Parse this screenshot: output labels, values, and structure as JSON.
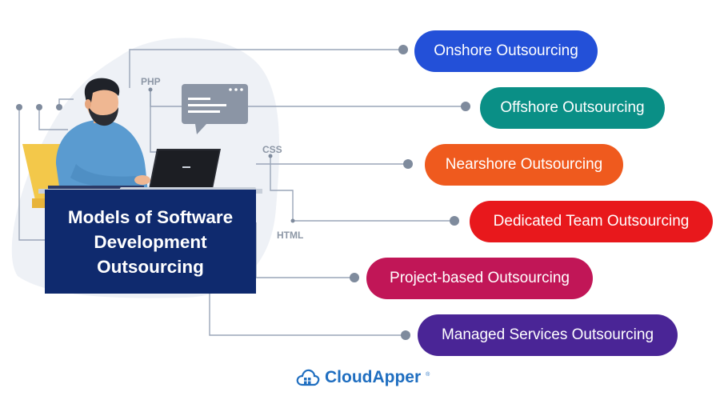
{
  "title": "Models of Software Development Outsourcing",
  "models": [
    {
      "label": "Onshore Outsourcing",
      "color": "#2350d8"
    },
    {
      "label": "Offshore Outsourcing",
      "color": "#0a8f86"
    },
    {
      "label": "Nearshore Outsourcing",
      "color": "#ef5a1e"
    },
    {
      "label": "Dedicated Team Outsourcing",
      "color": "#e8181c"
    },
    {
      "label": "Project-based Outsourcing",
      "color": "#c11657"
    },
    {
      "label": "Managed Services Outsourcing",
      "color": "#4a2596"
    }
  ],
  "code_labels": {
    "php": "PHP",
    "css": "CSS",
    "html": "HTML"
  },
  "brand": {
    "name": "CloudApper",
    "mark": "®",
    "color": "#1f6ec0"
  },
  "icons": [
    "developer-illustration",
    "code-window-icon",
    "laptop-icon",
    "cloudapper-logo-icon"
  ]
}
